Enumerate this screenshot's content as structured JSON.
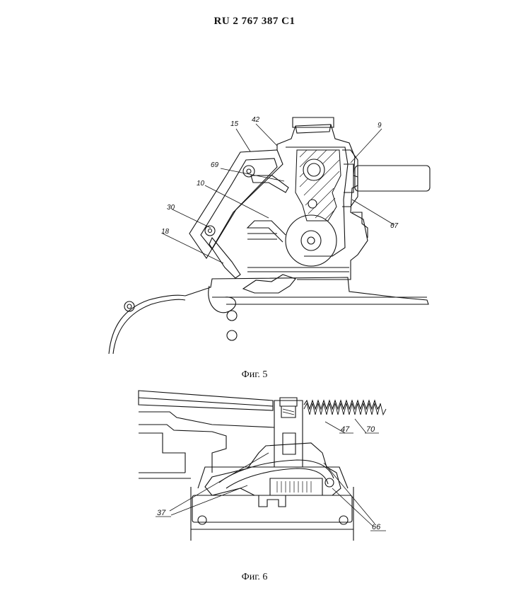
{
  "header": {
    "patent_id": "RU    2 767 387  C1"
  },
  "figure5": {
    "caption": "Фиг. 5",
    "refs": {
      "r15": "15",
      "r42": "42",
      "r9": "9",
      "r69": "69",
      "r10": "10",
      "r30": "30",
      "r18": "18",
      "r67": "67"
    }
  },
  "figure6": {
    "caption": "Фиг. 6",
    "refs": {
      "r47": "47",
      "r70": "70",
      "r37": "37",
      "r66": "66"
    }
  }
}
